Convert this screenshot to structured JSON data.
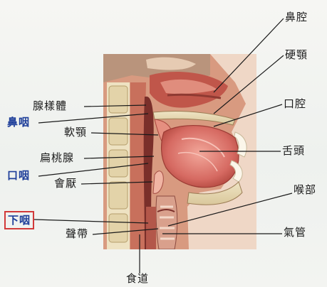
{
  "labels": {
    "nasal_cavity": "鼻腔",
    "hard_palate": "硬顎",
    "oral_cavity": "口腔",
    "tongue": "舌頭",
    "larynx": "喉部",
    "trachea": "氣管",
    "esophagus": "食道",
    "adenoid": "腺樣體",
    "nasopharynx": "鼻咽",
    "soft_palate": "軟顎",
    "tonsil": "扁桃腺",
    "oropharynx": "口咽",
    "epiglottis": "會厭",
    "hypopharynx": "下咽",
    "vocal_cords": "聲帶"
  },
  "colors": {
    "highlight_text": "#1f3f9a",
    "highlight_box": "#d23a3a",
    "leader_line": "#1a1a1a"
  }
}
